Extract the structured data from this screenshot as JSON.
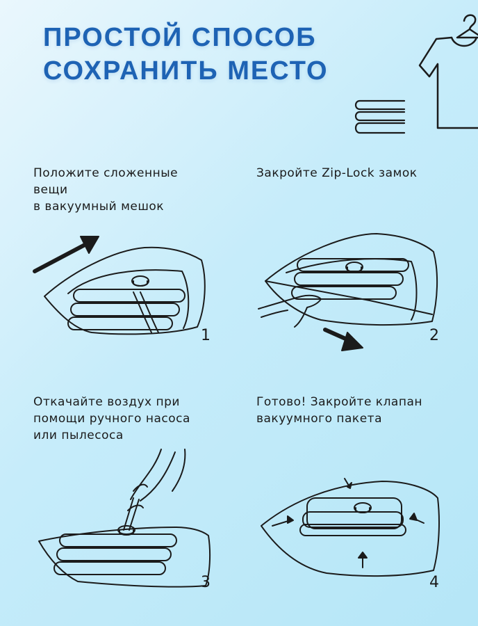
{
  "title": {
    "line1": "ПРОСТОЙ СПОСОБ",
    "line2": "СОХРАНИТЬ МЕСТО"
  },
  "steps": [
    {
      "text": "Положите сложенные\nвещи\nв вакуумный мешок",
      "number": "1"
    },
    {
      "text": "Закройте Zip-Lock замок",
      "number": "2"
    },
    {
      "text": "Откачайте воздух при\nпомощи ручного  насоса\nили пылесоса",
      "number": "3"
    },
    {
      "text": "Готово! Закройте клапан\nвакуумного пакета",
      "number": "4"
    }
  ],
  "colors": {
    "title": "#1e63b4",
    "line": "#1b1b1b",
    "background_start": "#eaf7fd",
    "background_end": "#b5e6f7"
  },
  "icons": [
    "tshirt-hanger-icon",
    "folded-stack-icon"
  ]
}
